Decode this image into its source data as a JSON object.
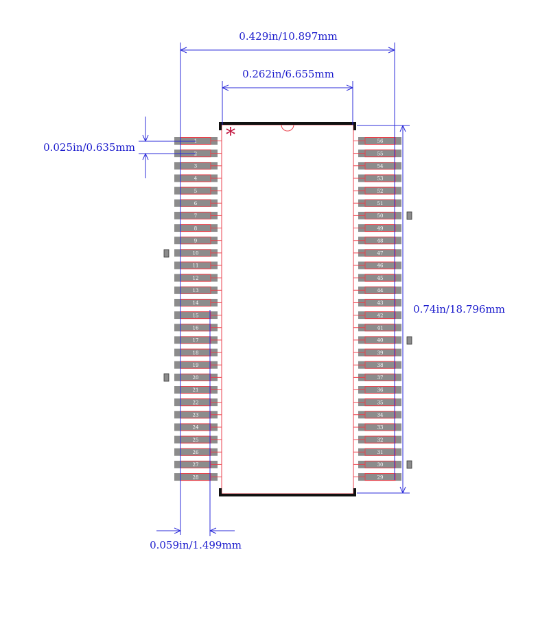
{
  "dimensions": {
    "overall_width": "0.429in/10.897mm",
    "body_width": "0.262in/6.655mm",
    "pitch": "0.025in/0.635mm",
    "body_length": "0.74in/18.796mm",
    "pad_length": "0.059in/1.499mm"
  },
  "pin1_marker": "*",
  "pins": {
    "left": [
      "1",
      "2",
      "3",
      "4",
      "5",
      "6",
      "7",
      "8",
      "9",
      "10",
      "11",
      "12",
      "13",
      "14",
      "15",
      "16",
      "17",
      "18",
      "19",
      "20",
      "21",
      "22",
      "23",
      "24",
      "25",
      "26",
      "27",
      "28"
    ],
    "right": [
      "56",
      "55",
      "54",
      "53",
      "52",
      "51",
      "50",
      "49",
      "48",
      "47",
      "46",
      "45",
      "44",
      "43",
      "42",
      "41",
      "40",
      "39",
      "38",
      "37",
      "36",
      "35",
      "34",
      "33",
      "32",
      "31",
      "30",
      "29"
    ]
  },
  "colors": {
    "dimension": "#2b2bd9",
    "outline": "#e8424c",
    "pad": "#8c8c8c",
    "body_edge": "#111111",
    "marker": "#c0103a"
  }
}
